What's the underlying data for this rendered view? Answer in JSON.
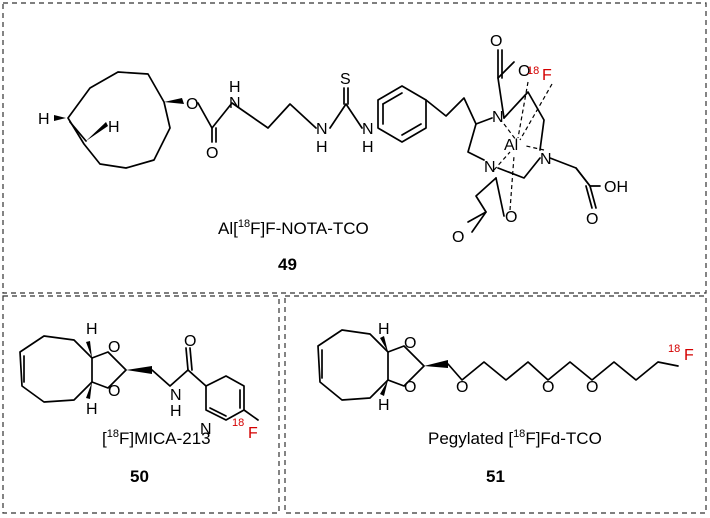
{
  "panels": {
    "panel_49": {
      "caption": "Al[18F]F-NOTA-TCO",
      "caption_parts": {
        "pre": "Al[",
        "mass": "18",
        "post": "F]F-NOTA-TCO"
      },
      "number": "49",
      "atoms": {
        "S": "S",
        "H": "H",
        "N": "N",
        "O": "O",
        "Al": "Al",
        "OH": "OH",
        "F_mass": "18",
        "F": "F"
      }
    },
    "panel_50": {
      "caption_parts": {
        "pre": "[",
        "mass": "18",
        "post": "F]MICA-213"
      },
      "number": "50",
      "atoms": {
        "H": "H",
        "O": "O",
        "N": "N",
        "F_mass": "18",
        "F": "F"
      }
    },
    "panel_51": {
      "caption_parts": {
        "pre": "Pegylated [",
        "mass": "18",
        "post": "F]Fd-TCO"
      },
      "number": "51",
      "atoms": {
        "H": "H",
        "O": "O",
        "F_mass": "18",
        "F": "F"
      }
    }
  },
  "colors": {
    "label_red": "#d40000",
    "frame": "#333333"
  }
}
